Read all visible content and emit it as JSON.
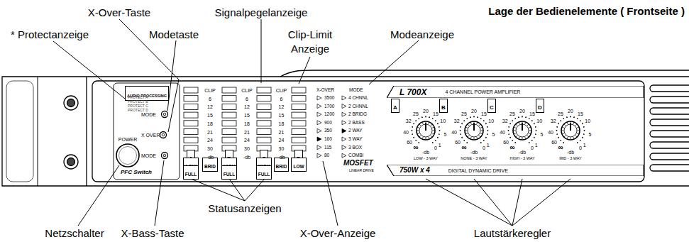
{
  "diagram": {
    "title": "Lage der Bedienelemente ( Frontseite )",
    "nodes": [
      {
        "text": [
          "AUDIO PROCESSING"
        ]
      },
      {
        "text": [
          "A"
        ]
      },
      {
        "text": [
          "B"
        ]
      },
      {
        "text": [
          "C"
        ]
      },
      {
        "text": [
          "D"
        ]
      },
      {
        "text": [
          "LOW"
        ]
      },
      {
        "text": [
          "BRID"
        ]
      },
      {
        "text": [
          "HIGH"
        ]
      },
      {
        "text": [
          "HIGH"
        ]
      },
      {
        "text": [
          "BRID"
        ]
      },
      {
        "text": [
          "LOW"
        ]
      },
      {
        "text": [
          "FULL"
        ]
      },
      {
        "text": [
          "FULL"
        ]
      },
      {
        "text": [
          "FULL"
        ]
      },
      {
        "text": [
          "L 700X",
          "4 CHANNEL POWER AMPLIFIER"
        ]
      },
      {
        "text": [
          "A"
        ]
      },
      {
        "text": [
          "B"
        ]
      },
      {
        "text": [
          "C"
        ]
      },
      {
        "text": [
          "D"
        ]
      },
      {
        "text": [
          "750W x 4",
          "DIGITAL DYNAMIC DRIVE"
        ]
      }
    ],
    "labels": [
      "X-Over-Taste",
      "Signalpegelanzeige",
      "* Protectanzeige",
      "Modetaste",
      "Clip-Limit Anzeige",
      "Modeanzeige",
      "Statusanzeigen",
      "Netzschalter",
      "X-Bass-Taste",
      "X-Over-Anzeige",
      "Lautstärkeregler",
      "PROTECT A",
      "PROTECT B",
      "PROTECT C",
      "PROTECT D",
      "MODE",
      "X OVER",
      "MODE",
      "POWER",
      "PFC Switch",
      "CLIP",
      "6",
      "12",
      "15",
      "18",
      "21",
      "24",
      "30",
      "-db",
      "CLIP",
      "6",
      "12",
      "15",
      "18",
      "21",
      "24",
      "30",
      "-db",
      "CLIP",
      "6",
      "12",
      "15",
      "18",
      "21",
      "24",
      "30",
      "-db",
      "X-OVER",
      "3500",
      "1700",
      "1200",
      "900",
      "350",
      "160",
      "115",
      "80",
      "MODE",
      "4 CHNNL",
      "2 CHNNL",
      "2 BRIDG",
      "2 BASS",
      "2 WAY",
      "3 WAY",
      "3 BOX",
      "COMBI",
      "MOSFET",
      "LINEAR DRIVE",
      "25",
      "20",
      "15",
      "32",
      "10",
      "40",
      "5",
      "60",
      "1",
      "∞",
      "-db",
      "0",
      "LOW - 3 WAY",
      "25",
      "20",
      "15",
      "32",
      "10",
      "40",
      "5",
      "60",
      "1",
      "∞",
      "-db",
      "0",
      "NONE - 3 WAY",
      "25",
      "20",
      "15",
      "32",
      "10",
      "40",
      "5",
      "60",
      "1",
      "∞",
      "-db",
      "0",
      "HIGH - 3 WAY",
      "25",
      "20",
      "15",
      "32",
      "10",
      "40",
      "5",
      "60",
      "1",
      "∞",
      "-db",
      "0",
      "MID - 3 WAY"
    ]
  }
}
